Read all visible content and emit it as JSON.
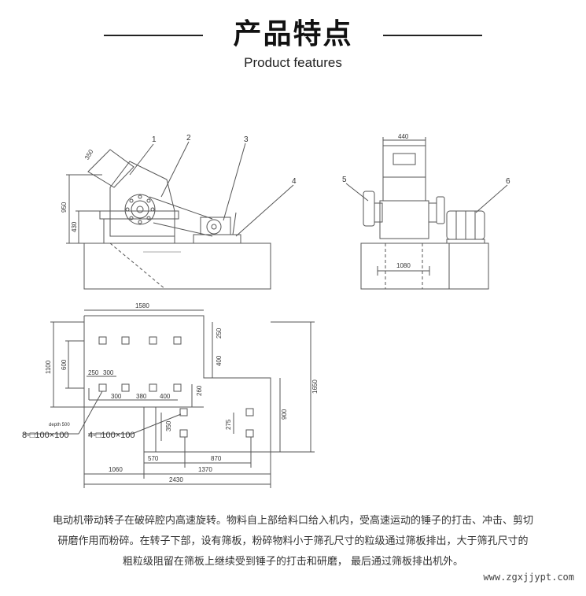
{
  "header": {
    "title": "产品特点",
    "subtitle": "Product features"
  },
  "drawing": {
    "part_numbers": [
      "1",
      "2",
      "3",
      "4",
      "5",
      "6"
    ],
    "front_dims": {
      "feed": "350",
      "height": "950",
      "shaft": "430"
    },
    "side_dims": {
      "top": "440",
      "base": "1080"
    },
    "plan_dims": {
      "top_width": "1580",
      "left_height": "1100",
      "inner_600": "600",
      "d250_a": "250",
      "d250_b": "250",
      "d300_a": "300",
      "d300_b": "300",
      "d380": "380",
      "d400": "400",
      "d260_vertical": "260",
      "d350": "350",
      "d275": "275",
      "d900": "900",
      "d1650": "1650",
      "d570": "570",
      "d870": "870",
      "d1060": "1060",
      "d1370": "1370",
      "d2430": "2430",
      "depth": "depth 500",
      "callout_left": "8-□100×100",
      "callout_right": "4-□100×100"
    }
  },
  "description": {
    "line1": "电动机带动转子在破碎腔内高速旋转。物料自上部给料口给入机内，受高速运动的锤子的打击、冲击、剪切",
    "line2": "研磨作用而粉碎。在转子下部，设有筛板，粉碎物料小于筛孔尺寸的粒级通过筛板排出，大于筛孔尺寸的",
    "line3": "粗粒级阻留在筛板上继续受到锤子的打击和研磨， 最后通过筛板排出机外。"
  },
  "watermark": "www.zgxjjypt.com"
}
